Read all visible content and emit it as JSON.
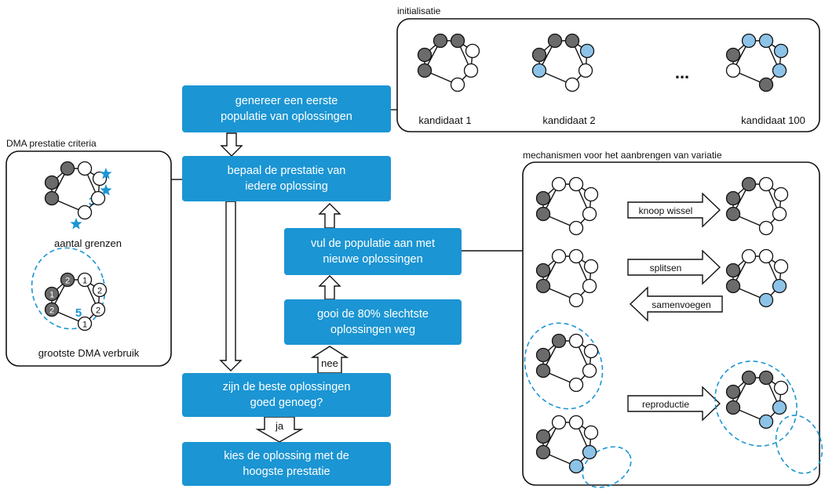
{
  "flow": {
    "generate": [
      "genereer een eerste",
      "populatie van oplossingen"
    ],
    "evaluate": [
      "bepaal de prestatie van",
      "iedere oplossing"
    ],
    "fill": [
      "vul de populatie aan met",
      "nieuwe oplossingen"
    ],
    "discard": [
      "gooi de 80% slechtste",
      "oplossingen weg"
    ],
    "check": [
      "zijn de beste oplossingen",
      "goed genoeg?"
    ],
    "choose": [
      "kies de oplossing met de",
      "hoogste prestatie"
    ],
    "no_label": "nee",
    "yes_label": "ja"
  },
  "init": {
    "title": "initialisatie",
    "candidate_1": "kandidaat 1",
    "candidate_2": "kandidaat 2",
    "candidate_100": "kandidaat 100",
    "ellipsis": "..."
  },
  "criteria": {
    "title": "DMA prestatie criteria",
    "boundaries_label": "aantal grenzen",
    "boundaries_count": "3",
    "consumption_label": "grootste DMA verbruik",
    "consumption_value": "5",
    "node_values": [
      "1",
      "2",
      "1",
      "2",
      "2",
      "1"
    ]
  },
  "variation": {
    "title": "mechanismen voor het aanbrengen van variatie",
    "swap_label": "knoop wissel",
    "split_label": "splitsen",
    "merge_label": "samenvoegen",
    "reproduce_label": "reproductie"
  },
  "colors": {
    "process_box": "#1b95d3",
    "accent_node": "#8ec3e8",
    "dark_node": "#6b6b6b",
    "star": "#1b95d3",
    "dashed": "#1b95d3"
  }
}
